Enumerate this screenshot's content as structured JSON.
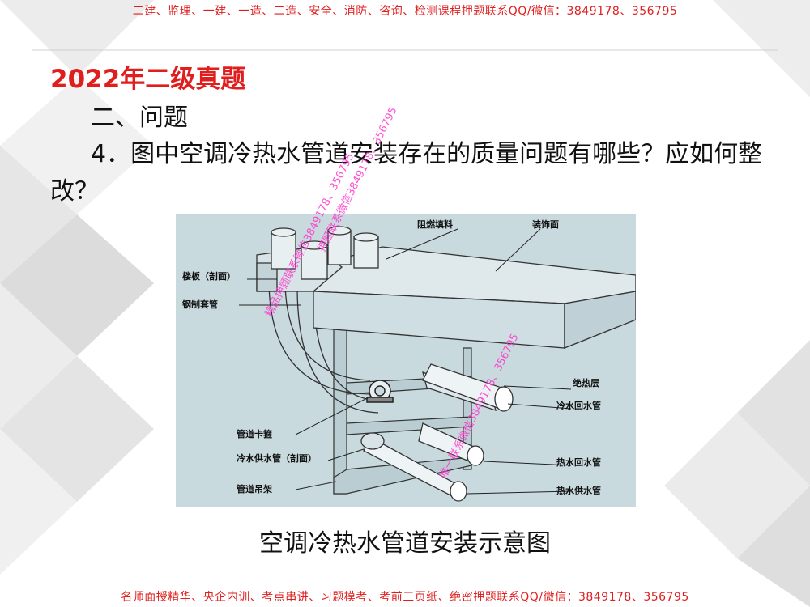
{
  "banner_top": "二建、监理、一建、一造、二造、安全、消防、咨询、检测课程押题联系QQ/微信：3849178、356795",
  "banner_bottom": "名师面授精华、央企内训、考点串讲、习题模考、考前三页纸、绝密押题联系QQ/微信：3849178、356795",
  "slide_title": "2022年二级真题",
  "section_heading": "二、问题",
  "question_text": "4．图中空调冷热水管道安装存在的质量问题有哪些？应如何整改？",
  "figure": {
    "labels": {
      "fireproof_filler": "阻燃填料",
      "decorative_surface": "装饰面",
      "floor_slab": "楼板（剖面）",
      "steel_sleeve": "钢制套管",
      "insulation_layer": "绝热层",
      "chilled_return": "冷水回水管",
      "pipe_clamp": "管道卡箍",
      "chilled_supply": "冷水供水管（剖面）",
      "hot_return": "热水回水管",
      "hanger": "管道吊架",
      "hot_supply": "热水供水管"
    },
    "caption": "空调冷热水管道安装示意图"
  },
  "watermarks": {
    "wm1": "精品押题联系微信3849178、356795",
    "wm2": "押题联系微信3849178、356795",
    "wm3": "唯一联系微信3849178、356795"
  },
  "colors": {
    "banner_red": "#e01e1e",
    "title_red": "#e01e1e",
    "watermark_magenta": "#ff33cc",
    "figure_bg": "#c9dadf"
  }
}
